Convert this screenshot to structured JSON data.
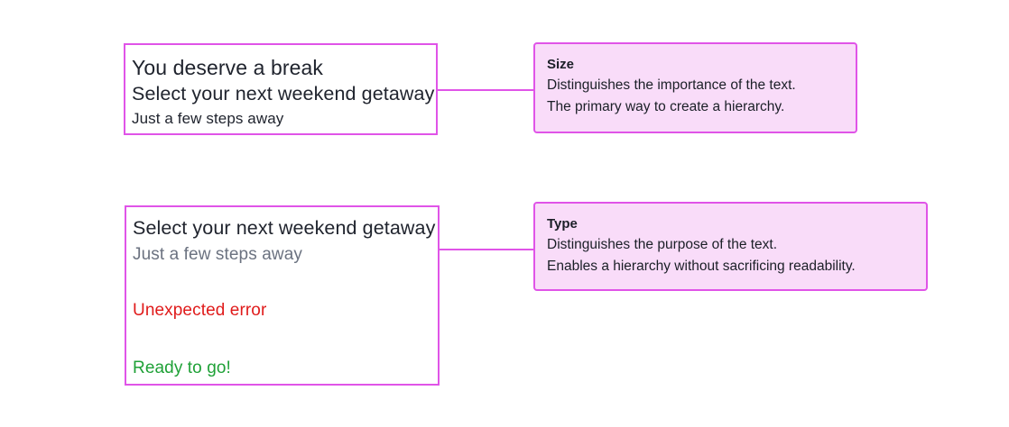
{
  "theme": {
    "border_color": "#e054e8",
    "callout_fill": "#f9dcf9",
    "text_color": "#20242e",
    "muted_text_color": "#6b7280",
    "error_color": "#e01b1b",
    "success_color": "#1fa137",
    "background": "#ffffff"
  },
  "examples": [
    {
      "id": "size",
      "lines": [
        {
          "text": "You deserve a break",
          "role": "headline"
        },
        {
          "text": "Select your next weekend getaway",
          "role": "subhead"
        },
        {
          "text": "Just a few steps away",
          "role": "caption"
        }
      ]
    },
    {
      "id": "type",
      "lines": [
        {
          "text": "Select your next weekend getaway",
          "role": "primary"
        },
        {
          "text": "Just a few steps away",
          "role": "secondary"
        },
        {
          "text": "Unexpected error",
          "role": "error"
        },
        {
          "text": "Ready to go!",
          "role": "success"
        }
      ]
    }
  ],
  "callouts": [
    {
      "id": "size",
      "title": "Size",
      "body": [
        "Distinguishes the importance of the text.",
        "The primary way to create a hierarchy."
      ]
    },
    {
      "id": "type",
      "title": "Type",
      "body": [
        "Distinguishes the purpose of the text.",
        "Enables a hierarchy without sacrificing readability."
      ]
    }
  ]
}
